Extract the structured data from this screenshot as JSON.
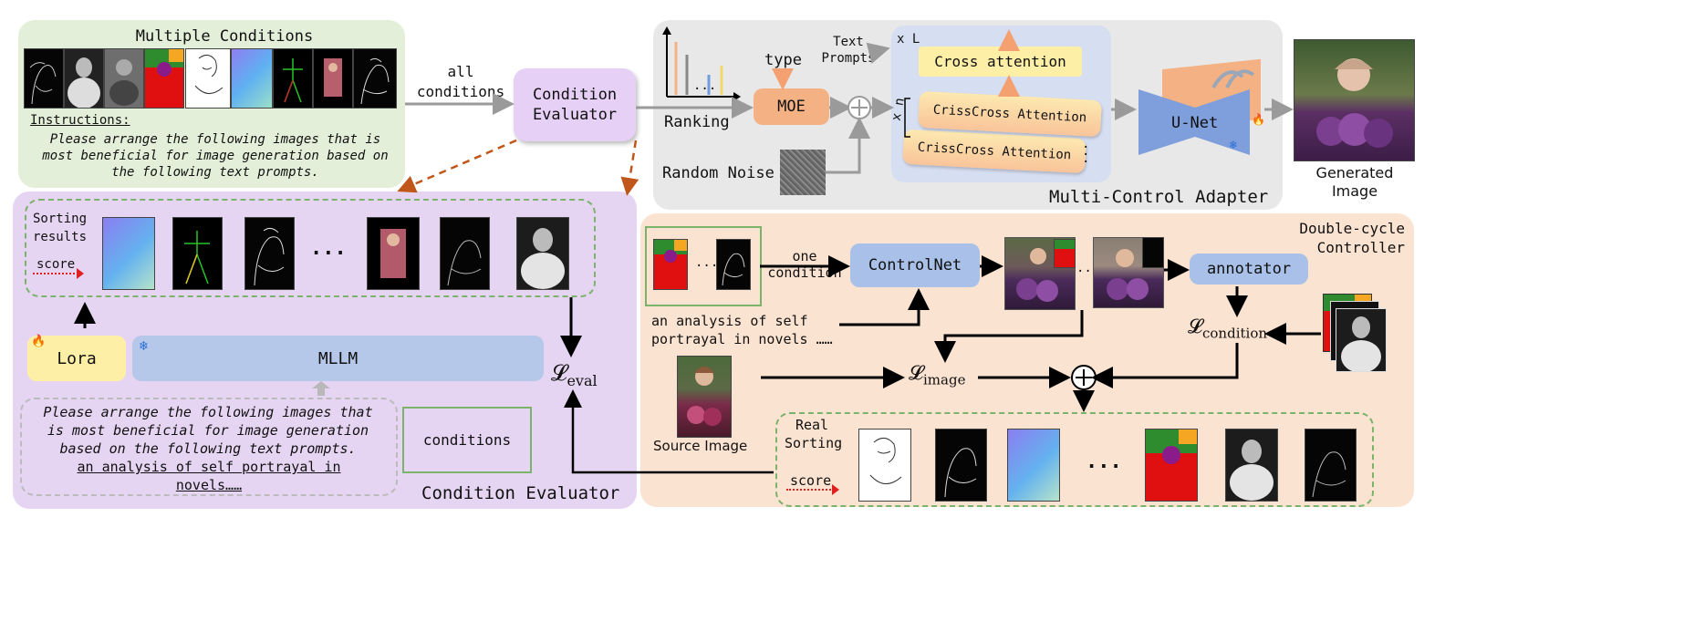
{
  "multiple_conditions": {
    "title": "Multiple Conditions",
    "instructions_label": "Instructions:",
    "instructions_text": "Please arrange the following images that is most beneficial for image generation based on the following text prompts."
  },
  "arrows": {
    "all_conditions": "all conditions",
    "one_condition": "one condition"
  },
  "condition_evaluator_box": "Condition Evaluator",
  "adapter": {
    "ranking": "Ranking",
    "ellipsis": "...",
    "type": "type",
    "moe": "MOE",
    "text_prompts": "Text Prompts",
    "x_l": "x L",
    "xn": "x n",
    "cross_attention": "Cross attention",
    "crisscross_1": "CrissCross Attention",
    "crisscross_2": "CrissCross Attention",
    "random_noise": "Random Noise",
    "unet": "U-Net",
    "title": "Multi-Control Adapter"
  },
  "generated_image": "Generated Image",
  "evaluator_panel": {
    "sorting_results": "Sorting results",
    "score": "score",
    "ellipsis": "...",
    "lora": "Lora",
    "mllm": "MLLM",
    "loss_eval_base": "𝓛",
    "loss_eval_sub": "eval",
    "prompt_text": "Please arrange the following images that is most beneficial for image generation based on the following text prompts.",
    "prompt_link": "an analysis of self portrayal in novels……",
    "conditions": "conditions",
    "title": "Condition Evaluator"
  },
  "double_cycle": {
    "title": "Double-cycle Controller",
    "ellipsis_small": "...",
    "controlnet": "ControlNet",
    "annotator": "annotator",
    "loss_condition_base": "𝓛",
    "loss_condition_sub": "condition",
    "loss_image_base": "𝓛",
    "loss_image_sub": "image",
    "analysis_text": "an analysis of self portrayal in novels ……",
    "source_image": "Source Image",
    "real_sorting": "Real Sorting",
    "score": "score",
    "ellipsis": "..."
  },
  "colors": {
    "green_panel": "#e3efd9",
    "purple_panel": "#e6d5f2",
    "gray_panel": "#e8e8e8",
    "blue_panel": "#d6def1",
    "peach_panel": "#fbe3d1",
    "moe": "#f4b183",
    "blue_box": "#a9c1e8",
    "yellow": "#fdf0a6",
    "cond_box": "#e7d0f5"
  }
}
